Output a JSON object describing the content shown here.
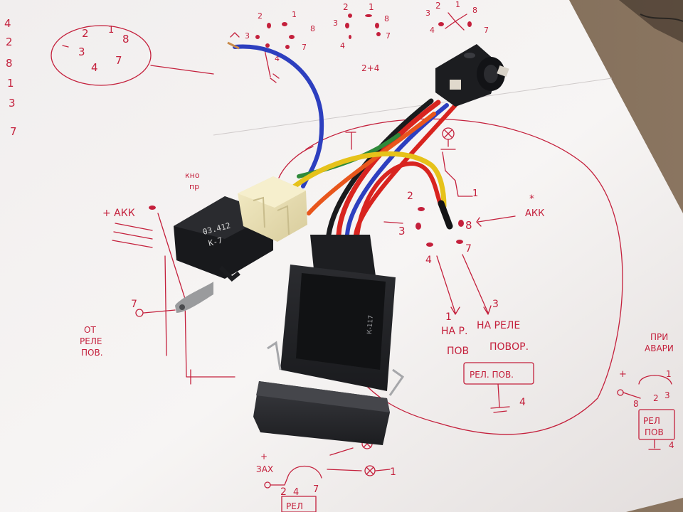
{
  "sketch": {
    "pin_order_left": [
      "4",
      "2",
      "8",
      "1",
      "3",
      "7"
    ],
    "socket_top_left": {
      "pins": [
        "2",
        "1",
        "8",
        "3",
        "4",
        "7"
      ]
    },
    "socket_top_1": {
      "pins": [
        "2",
        "1",
        "3",
        "4",
        "8",
        "7"
      ]
    },
    "socket_top_2": {
      "pins": [
        "2",
        "1",
        "8",
        "3",
        "4",
        "7"
      ],
      "note": "2+4"
    },
    "socket_top_3": {
      "pins": [
        "2",
        "1",
        "8",
        "3",
        "4",
        "7"
      ]
    },
    "left_block": {
      "akk": "+ АКК",
      "pin7": "7",
      "from_relay": "ОТ\nРЕЛЕ\nПОВ.",
      "partial_label": "кно\nпр"
    },
    "center_diagram": {
      "akk": "АКК",
      "pins": [
        "2",
        "3",
        "8",
        "4",
        "7",
        "1",
        "3",
        "1"
      ],
      "label_to_left": "НА Р.",
      "label_to_right": "НА РЕЛЕ",
      "label_pov": "ПОВ",
      "label_povor": "ПОВОР.",
      "relay_box": "РЕЛ. ПОВ.",
      "ground_pin": "4"
    },
    "right_diagram": {
      "header": "ПРИ\nАВАРИ",
      "akk": "+",
      "pins": [
        "8",
        "2",
        "3",
        "1",
        "4"
      ],
      "relay_box": "РЕЛ\nПОВ"
    },
    "bottom_diagram": {
      "zah": "+\nЗАХ",
      "pins": [
        "2",
        "4",
        "7"
      ],
      "lamp_pin": "1",
      "relay_box": "РЕЛ"
    }
  },
  "objects": {
    "relay_label_top": "03.412",
    "relay_label_bottom": "К-7",
    "switch_label": "К-117",
    "wire_colors": {
      "blue": "#2d3fbf",
      "green": "#2f8a3a",
      "yellow": "#e6c21a",
      "red": "#d8241f",
      "orange": "#e8561c",
      "black": "#1a1b1d",
      "plastic_black": "#232427",
      "connector_cream": "#ece2b8",
      "ink_red": "#c4203c",
      "paper": "#f6f3f2"
    }
  }
}
